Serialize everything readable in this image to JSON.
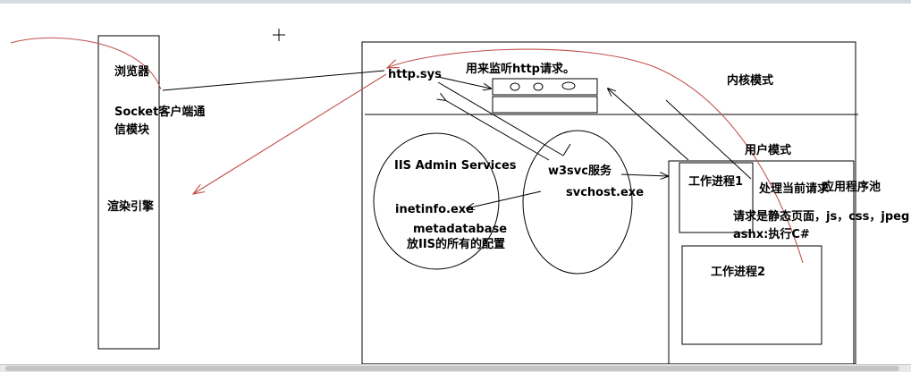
{
  "labels": {
    "browser": "浏览器",
    "socket_module": "Socket客户端通信模块",
    "render_engine": "渲染引擎",
    "http_sys": "http.sys",
    "listen_note": "用来监听http请求。",
    "kernel_mode": "内核模式",
    "user_mode": "用户模式",
    "iis_admin": "IIS Admin Services",
    "inetinfo": "inetinfo.exe",
    "metadatabase": "metadatabase",
    "iis_config": "放IIS的所有的配置",
    "w3svc": "w3svc服务",
    "svchost": "svchost.exe",
    "worker1": "工作进程1",
    "handle_request": "处理当前请求",
    "app_pool": "应用程序池",
    "static_req": "请求是静态页面，js，css，jpeg",
    "ashx": "ashx:执行C#",
    "worker2": "工作进程2"
  },
  "colors": {
    "ink": "#000000",
    "red_arrow": "#c0504d",
    "background": "#ffffff"
  },
  "icons": {
    "cursor": "crosshair-icon"
  }
}
